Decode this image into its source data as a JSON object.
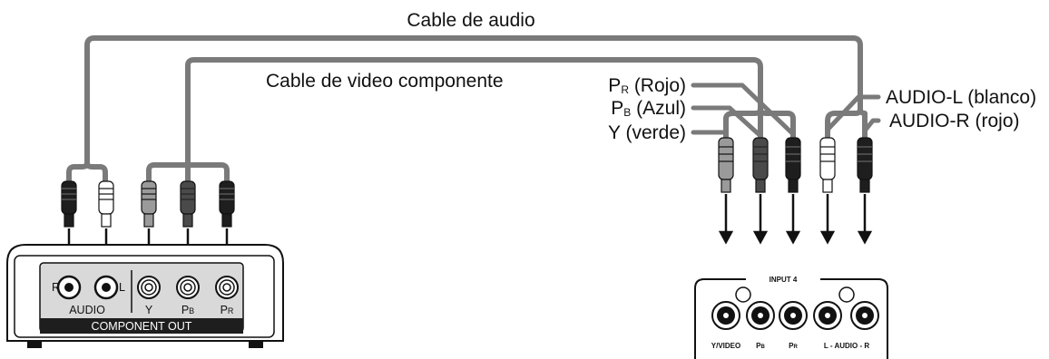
{
  "labels": {
    "audio_cable": "Cable de audio",
    "video_cable": "Cable de video componente",
    "pr_red": {
      "main": "P",
      "sub": "R",
      "rest": " (Rojo)"
    },
    "pb_blue": {
      "main": "P",
      "sub": "B",
      "rest": " (Azul)"
    },
    "y_green": "Y (verde)",
    "audio_l_white": "AUDIO-L (blanco)",
    "audio_r_red": "AUDIO-R (rojo)"
  },
  "source_panel": {
    "r": "R",
    "l": "L",
    "audio": "AUDIO",
    "y": "Y",
    "pb": {
      "main": "P",
      "sub": "B"
    },
    "pr": {
      "main": "P",
      "sub": "R"
    },
    "footer": "COMPONENT OUT"
  },
  "tv_panel": {
    "title": "INPUT 4",
    "y_video": "Y/VIDEO",
    "pb": {
      "main": "P",
      "sub": "B"
    },
    "pr": {
      "main": "P",
      "sub": "R"
    },
    "audio_lr": "L - AUDIO - R"
  },
  "colors": {
    "cable": "#7a7a7a",
    "plug_dark": "#1e1e1e",
    "plug_gray": "#9a9a9a",
    "plug_white": "#ffffff",
    "panel_bg": "#d9d9d9"
  }
}
